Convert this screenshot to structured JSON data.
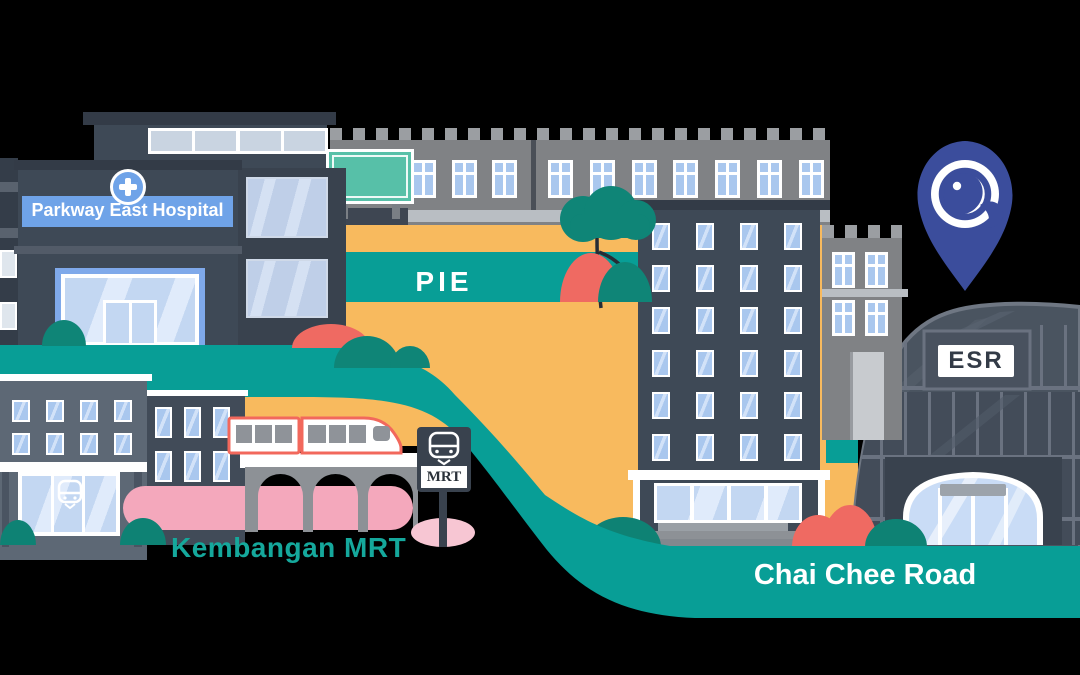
{
  "scene": {
    "labels": {
      "hospital_sign": "Parkway East Hospital",
      "expressway": "PIE",
      "station_sign": "MRT",
      "station_name": "Kembangan MRT",
      "building_sign": "ESR",
      "road_name": "Chai Chee Road"
    },
    "colors": {
      "background": "#000000",
      "road_teal": "#089E96",
      "land_yellow": "#F8BA5E",
      "bush_dark_teal": "#0E8274",
      "bush_coral": "#EF6A62",
      "viaduct_pink": "#F4A8BC",
      "pale_pink": "#F7C6D3",
      "building_slate": "#3E4956",
      "building_gray": "#808285",
      "hospital_banner_blue": "#6FA3E8",
      "billboard_green": "#57C0A8",
      "pin_blue": "#3B4D9C",
      "train_stripe_red": "#F2685C",
      "station_label_teal": "#15A89C"
    },
    "icons": [
      "location-pin-icon",
      "fish-logo-icon",
      "medical-cross-icon",
      "train-front-icon"
    ]
  }
}
